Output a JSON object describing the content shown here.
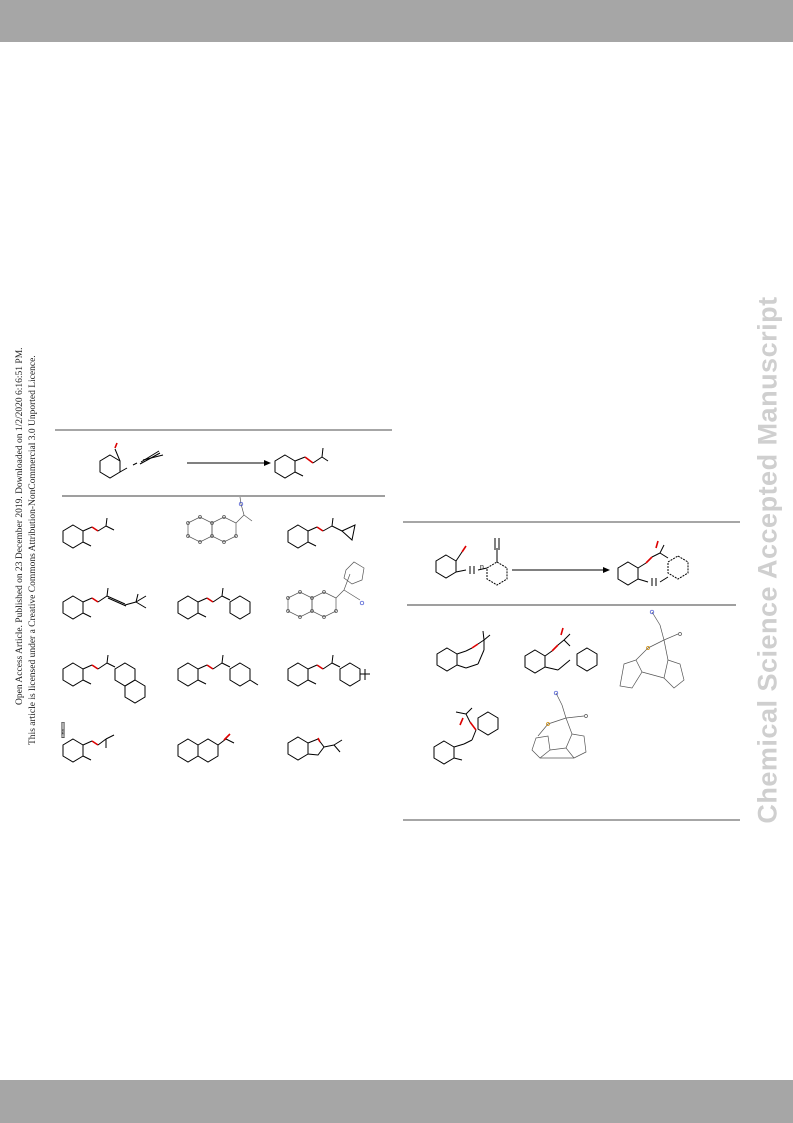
{
  "watermark": {
    "text": "Chemical Science Accepted Manuscript"
  },
  "access_note": {
    "line1": "Open Access Article. Published on 23 December 2019. Downloaded on 1/2/2020 6:16:51 PM.",
    "line2": "This article is licensed under a Creative Commons Attribution-NonCommercial 3.0 Unported Licence."
  },
  "license": {
    "cc": "cc",
    "by_nc": "BY-NC"
  },
  "atom_labels": {
    "nitrogen": "N",
    "subscript_n": "n"
  },
  "colors": {
    "bar": "#a6a6a6",
    "oxygen": "#dd0000",
    "nitrogen": "#3344cc",
    "watermark": "#cfcfcf"
  }
}
